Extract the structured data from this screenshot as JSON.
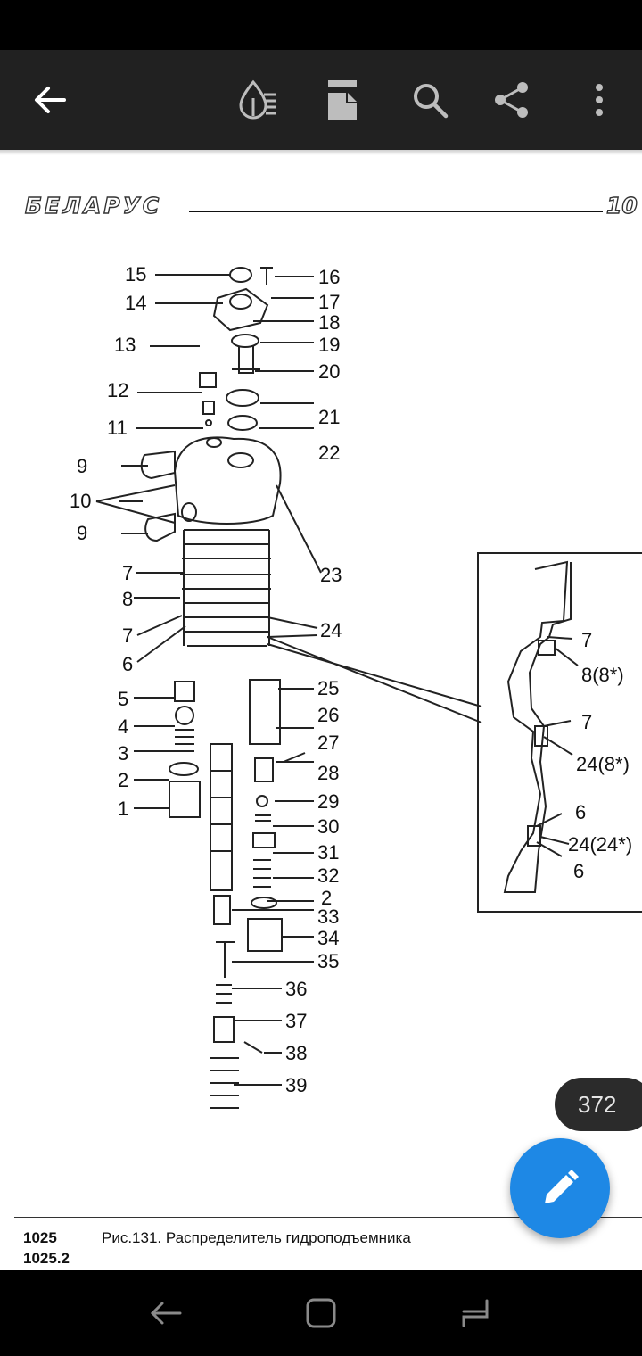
{
  "app_bar": {
    "icons": [
      "back-arrow-icon",
      "reading-mode-icon",
      "page-layout-icon",
      "search-icon",
      "share-icon",
      "more-vert-icon"
    ]
  },
  "document": {
    "brand": "БЕЛАРУС",
    "page_ref": "10",
    "figure": {
      "labels": [
        "15",
        "16",
        "17",
        "14",
        "18",
        "13",
        "19",
        "20",
        "12",
        "21",
        "11",
        "22",
        "9",
        "10",
        "9",
        "23",
        "7",
        "8",
        "7",
        "24",
        "6",
        "5",
        "25",
        "4",
        "26",
        "3",
        "27",
        "2",
        "28",
        "1",
        "29",
        "30",
        "31",
        "32",
        "2",
        "33",
        "34",
        "35",
        "36",
        "37",
        "38",
        "39"
      ],
      "inset_labels": [
        "7",
        "8(8*)",
        "7",
        "24(8*)",
        "6",
        "24(24*)",
        "6"
      ]
    },
    "footer": {
      "model_1": "1025",
      "model_2": "1025.2",
      "caption": "Рис.131. Распределитель гидроподъемника"
    }
  },
  "page_badge": "372",
  "fab": {
    "icon": "edit-pencil-icon"
  },
  "nav_bar": {
    "icons": [
      "back-nav-icon",
      "home-nav-icon",
      "recents-nav-icon"
    ]
  },
  "colors": {
    "app_bar": "#212121",
    "fab": "#1e88e5",
    "badge": "#2b2b2b"
  }
}
